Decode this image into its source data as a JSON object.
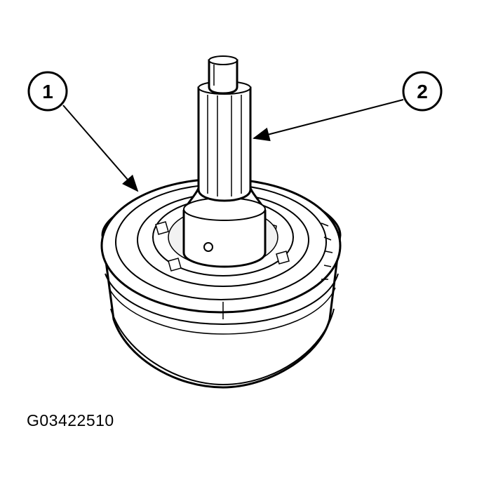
{
  "figure": {
    "id": "G03422510"
  },
  "callouts": [
    {
      "number": "1"
    },
    {
      "number": "2"
    }
  ],
  "colors": {
    "line": "#000000",
    "fill": "#ffffff",
    "shade": "#e6e6e6"
  }
}
